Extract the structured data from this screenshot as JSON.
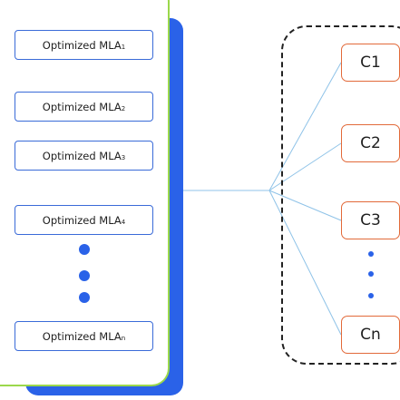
{
  "mla_panel": {
    "items": [
      {
        "label": "Optimized MLA",
        "sub": "1"
      },
      {
        "label": "Optimized MLA",
        "sub": "2"
      },
      {
        "label": "Optimized MLA",
        "sub": "3"
      },
      {
        "label": "Optimized MLA",
        "sub": "4"
      },
      {
        "label": "Optimized MLA",
        "sub": "n"
      }
    ]
  },
  "cluster_panel": {
    "items": [
      {
        "label": "C1"
      },
      {
        "label": "C2"
      },
      {
        "label": "C3"
      },
      {
        "label": "Cn"
      }
    ]
  },
  "colors": {
    "panel_border": "#9bd84b",
    "panel_shadow": "#2a62e8",
    "mla_border": "#3a6bd8",
    "cluster_border": "#e26a3a",
    "connector": "#8fc3e8"
  }
}
